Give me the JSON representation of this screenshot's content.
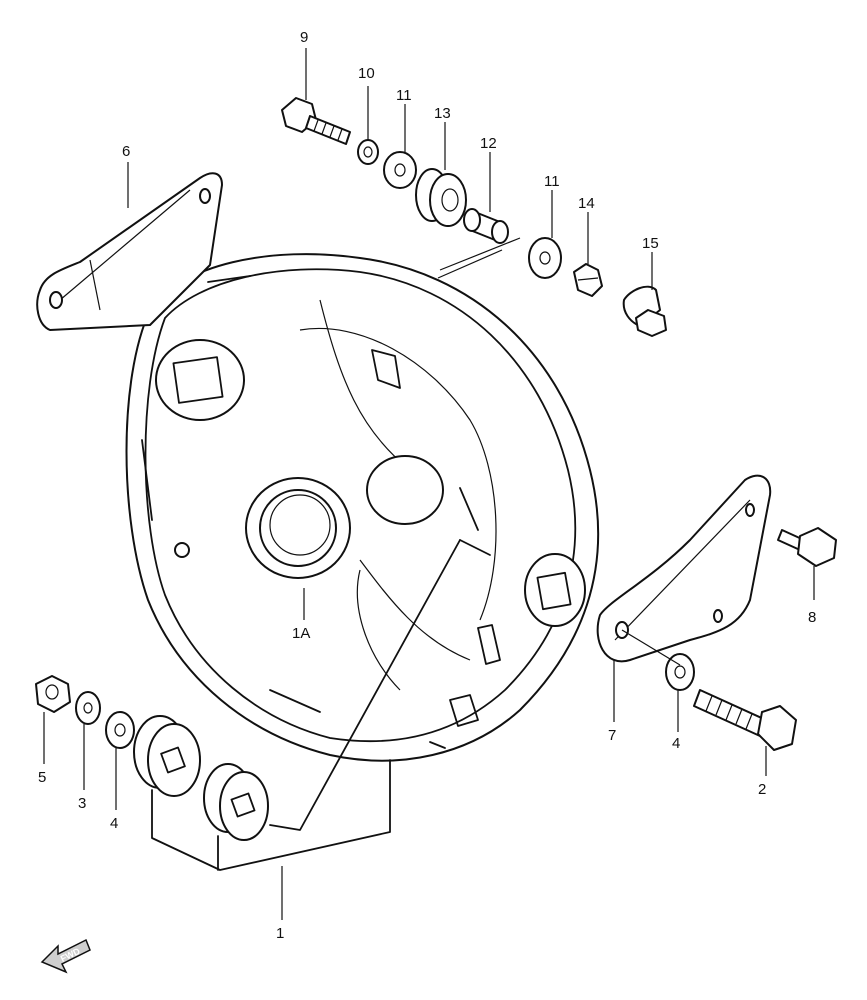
{
  "callouts": {
    "c9": "9",
    "c10": "10",
    "c11a": "11",
    "c13": "13",
    "c12": "12",
    "c11b": "11",
    "c14": "14",
    "c15": "15",
    "c6": "6",
    "c8": "8",
    "c1a": "1A",
    "c7": "7",
    "c4a": "4",
    "c2": "2",
    "c5": "5",
    "c3": "3",
    "c4b": "4",
    "c1": "1"
  },
  "fwd_label": "FWD",
  "colors": {
    "line": "#111111",
    "background": "#ffffff"
  }
}
